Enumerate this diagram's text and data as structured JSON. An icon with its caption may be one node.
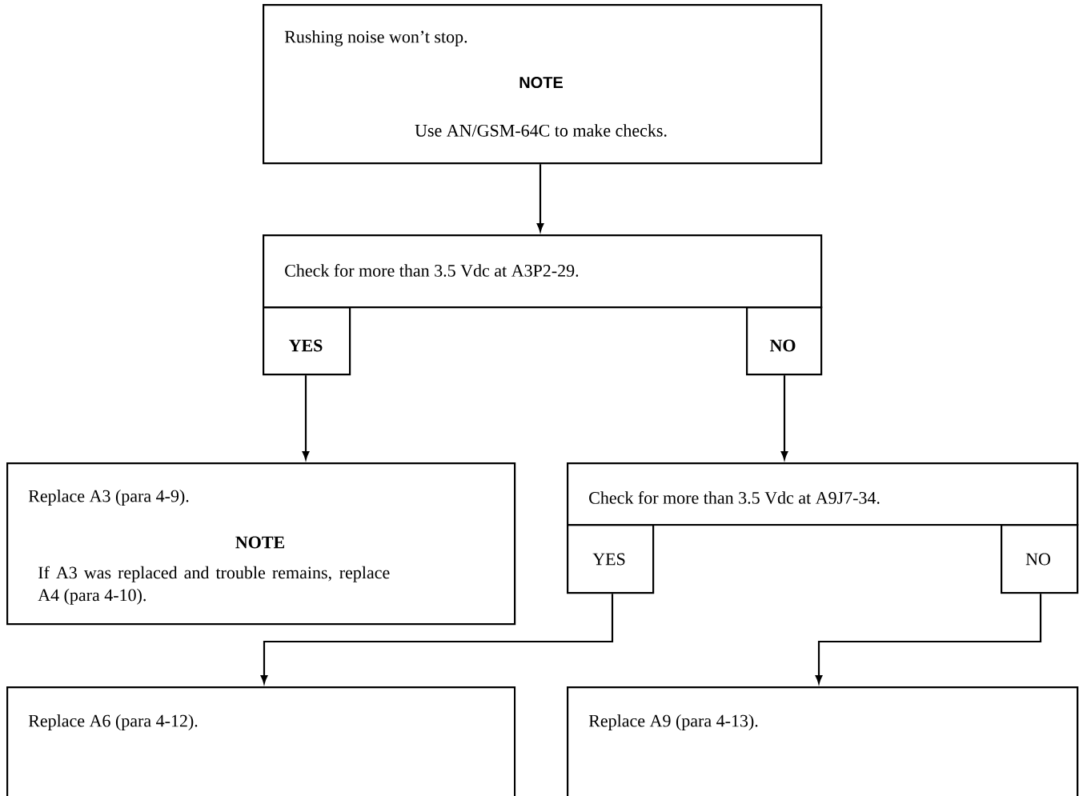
{
  "diagram": {
    "nodes": [
      {
        "text": [
          "Rushing noise won’t stop.",
          "NOTE",
          "Use AN/GSM-64C to make checks."
        ]
      },
      {
        "text": [
          "Check for more than 3.5 Vdc at A3P2-29."
        ]
      },
      {
        "text": [
          "YES"
        ]
      },
      {
        "text": [
          "NO"
        ]
      },
      {
        "text": [
          "Replace A3 (para 4-9).",
          "NOTE",
          "If A3 was replaced and trouble remains, replace A4 (para 4-10)."
        ]
      },
      {
        "text": [
          "Check for more than 3.5 Vdc at A9J7-34."
        ]
      },
      {
        "text": [
          "YES"
        ]
      },
      {
        "text": [
          "NO"
        ]
      },
      {
        "text": [
          "Replace A6 (para 4-12)."
        ]
      },
      {
        "text": [
          "Replace A9 (para 4-13)."
        ]
      }
    ],
    "edges": [
      {
        "from": 0,
        "to": 1,
        "arrow": "to"
      },
      {
        "from": 2,
        "to": 4,
        "arrow": "to"
      },
      {
        "from": 3,
        "to": 5,
        "arrow": "to"
      },
      {
        "from": 6,
        "to": 8,
        "arrow": "to"
      },
      {
        "from": 7,
        "to": 9,
        "arrow": "to"
      }
    ]
  }
}
